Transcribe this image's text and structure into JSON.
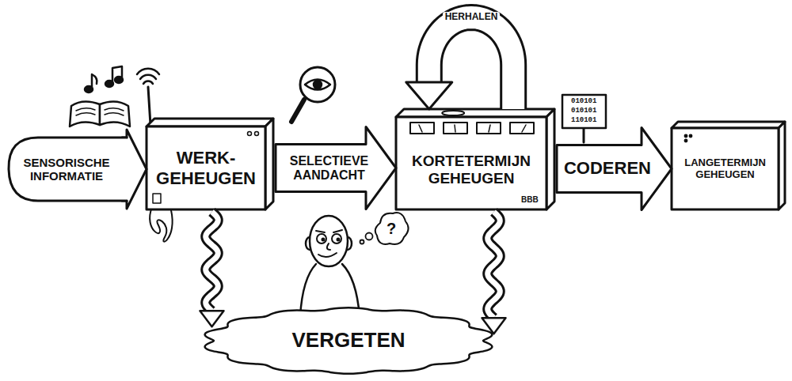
{
  "diagram": {
    "nodes": [
      {
        "text": [
          "SENSORISCHE INFORMATIE"
        ]
      },
      {
        "text": [
          "WERK- GEHEUGEN"
        ]
      },
      {
        "text": [
          "KORTETERMIJN GEHEUGEN"
        ]
      },
      {
        "text": [
          "LANGETERMIJN GEHEUGEN"
        ]
      },
      {
        "text": [
          "VERGETEN"
        ]
      }
    ],
    "edges": [
      {
        "from": 0,
        "to": 1,
        "arrow": "to"
      },
      {
        "from": 1,
        "to": 2,
        "label": "SELECTIEVE AANDACHT",
        "arrow": "to"
      },
      {
        "from": 2,
        "to": 3,
        "label": "CODEREN",
        "arrow": "to"
      },
      {
        "from": 2,
        "to": 2,
        "label": "HERHALEN",
        "arrow": "to"
      },
      {
        "from": 1,
        "to": 4,
        "arrow": "to"
      },
      {
        "from": 2,
        "to": 4,
        "arrow": "to"
      }
    ],
    "labels": [
      "010101",
      "010101",
      "110101",
      "BBB",
      "?"
    ]
  }
}
